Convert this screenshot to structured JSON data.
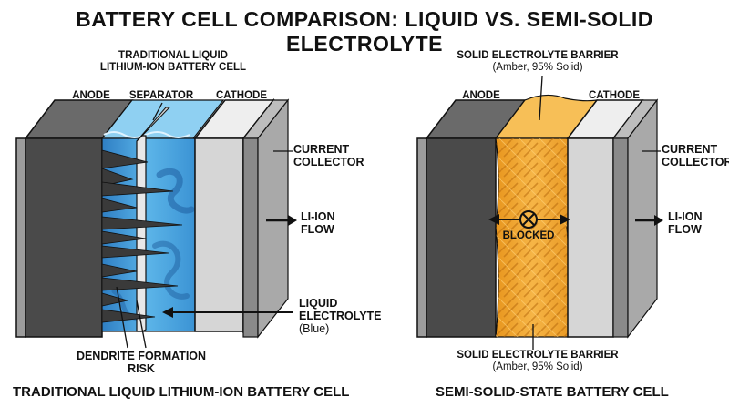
{
  "title": "BATTERY CELL COMPARISON: LIQUID VS. SEMI-SOLID ELECTROLYTE",
  "left": {
    "header_line1": "TRADITIONAL LIQUID",
    "header_line2": "LITHIUM-ION BATTERY CELL",
    "anode": "ANODE",
    "separator": "SEPARATOR",
    "cathode": "CATHODE",
    "collector_line1": "CURRENT",
    "collector_line2": "COLLECTOR",
    "flow_line1": "LI-ION",
    "flow_line2": "FLOW",
    "electrolyte_line1": "LIQUID",
    "electrolyte_line2": "ELECTROLYTE",
    "electrolyte_line3": "(Blue)",
    "dendrite_line1": "DENDRITE FORMATION",
    "dendrite_line2": "RISK",
    "bottom_title": "TRADITIONAL LIQUID LITHIUM-ION BATTERY CELL"
  },
  "right": {
    "barrier_top_line1": "SOLID ELECTROLYTE BARRIER",
    "barrier_top_line2": "(Amber, 95% Solid)",
    "anode": "ANODE",
    "cathode": "CATHODE",
    "collector_line1": "CURRENT",
    "collector_line2": "COLLECTOR",
    "flow_line1": "LI-ION",
    "flow_line2": "FLOW",
    "blocked": "BLOCKED",
    "barrier_bottom_line1": "SOLID ELECTROLYTE BARRIER",
    "barrier_bottom_line2": "(Amber, 95% Solid)",
    "bottom_title": "SEMI-SOLID-STATE BATTERY CELL"
  },
  "colors": {
    "anode": "#4a4a4a",
    "cathode": "#d6d6d6",
    "collector": "#8a8a8a",
    "liquid": "#4aa6df",
    "amber": "#f0a733"
  }
}
